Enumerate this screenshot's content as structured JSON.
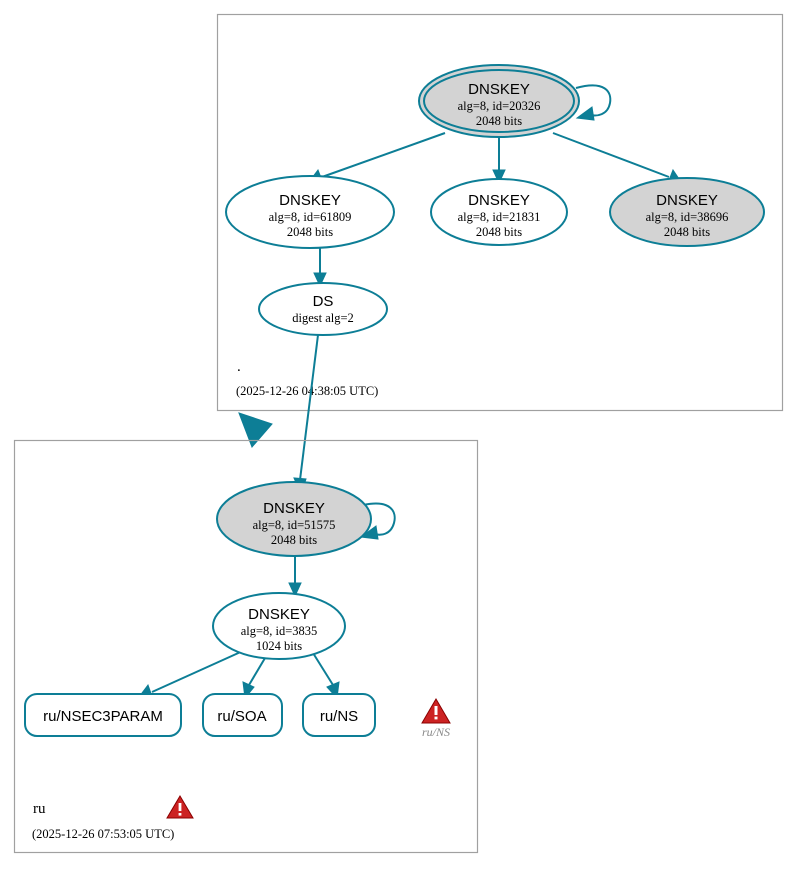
{
  "diagram": {
    "type": "dnssec-authentication-chain",
    "colors": {
      "edge": "#0d7e96",
      "node_stroke": "#0d7e96",
      "secure_fill": "#d3d3d3",
      "plain_fill": "#ffffff",
      "cluster_border": "#a0a0a0",
      "warning": "#cc2222",
      "warning_label": "#888888"
    }
  },
  "root_zone": {
    "name": "zone-root",
    "label": ".",
    "timestamp": "(2025-12-26 04:38:05 UTC)",
    "nodes": {
      "ksk": {
        "title": "DNSKEY",
        "params": "alg=8, id=20326",
        "size": "2048 bits",
        "sep": true,
        "fill": "grey",
        "self_signed": true
      },
      "zsk1": {
        "title": "DNSKEY",
        "params": "alg=8, id=61809",
        "size": "2048 bits",
        "sep": false,
        "fill": "white",
        "self_signed": false
      },
      "zsk2": {
        "title": "DNSKEY",
        "params": "alg=8, id=21831",
        "size": "2048 bits",
        "sep": false,
        "fill": "white",
        "self_signed": false
      },
      "zsk3": {
        "title": "DNSKEY",
        "params": "alg=8, id=38696",
        "size": "2048 bits",
        "sep": false,
        "fill": "grey",
        "self_signed": false
      },
      "ds": {
        "title": "DS",
        "params": "digest alg=2",
        "fill": "white"
      }
    }
  },
  "ru_zone": {
    "name": "zone-ru",
    "label": "ru",
    "timestamp": "(2025-12-26 07:53:05 UTC)",
    "has_warning": true,
    "nodes": {
      "ksk": {
        "title": "DNSKEY",
        "params": "alg=8, id=51575",
        "size": "2048 bits",
        "sep": false,
        "fill": "grey",
        "self_signed": true
      },
      "zsk": {
        "title": "DNSKEY",
        "params": "alg=8, id=3835",
        "size": "1024 bits",
        "sep": false,
        "fill": "white",
        "self_signed": false
      }
    },
    "rrsets": [
      {
        "label": "ru/NSEC3PARAM"
      },
      {
        "label": "ru/SOA"
      },
      {
        "label": "ru/NS"
      }
    ],
    "warnings": [
      {
        "label": "ru/NS",
        "icon": "warning-triangle-icon"
      }
    ]
  }
}
